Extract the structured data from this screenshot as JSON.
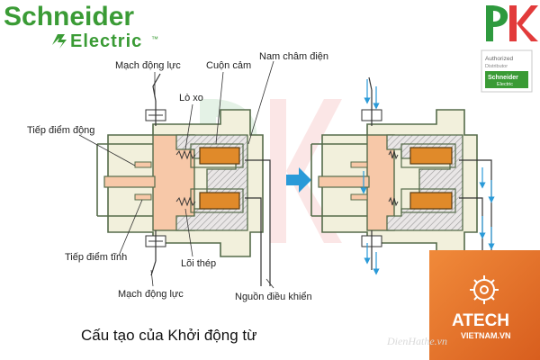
{
  "brand": {
    "name_line1": "Schneider",
    "name_line2": "Electric",
    "trademark": "™",
    "color": "#3a9b35"
  },
  "distributor_badge": {
    "line1": "Authorized",
    "line2": "Distributor",
    "brand_line1": "Schneider",
    "brand_line2": "Electric"
  },
  "pk_logo": {
    "text": "PK",
    "colors": [
      "#2e9a3e",
      "#e23b3b"
    ]
  },
  "diagram": {
    "labels": {
      "mach_dong_luc_top": "Mạch động lực",
      "cuon_cam": "Cuộn cảm",
      "nam_cham_dien": "Nam châm điện",
      "lo_xo": "Lò xo",
      "tiep_diem_dong": "Tiếp điểm động",
      "tiep_diem_tinh": "Tiếp điểm tĩnh",
      "loi_thep": "Lõi thép",
      "mach_dong_luc_bottom": "Mạch động lực",
      "nguon_dieu_khien": "Nguồn điều khiển"
    },
    "colors": {
      "frame_fill": "#f2f0dc",
      "frame_stroke": "#556b4a",
      "core_fill": "#f7c8a8",
      "coil_fill": "#e08a2a",
      "hatch": "#999999",
      "current_arrow": "#2a9ad8"
    }
  },
  "caption": "Cấu tạo của Khởi động từ",
  "atech": {
    "name": "ATECH",
    "domain": "VIETNAM.VN",
    "bg": "#e8752c"
  },
  "watermark": "DienHathe.vn"
}
